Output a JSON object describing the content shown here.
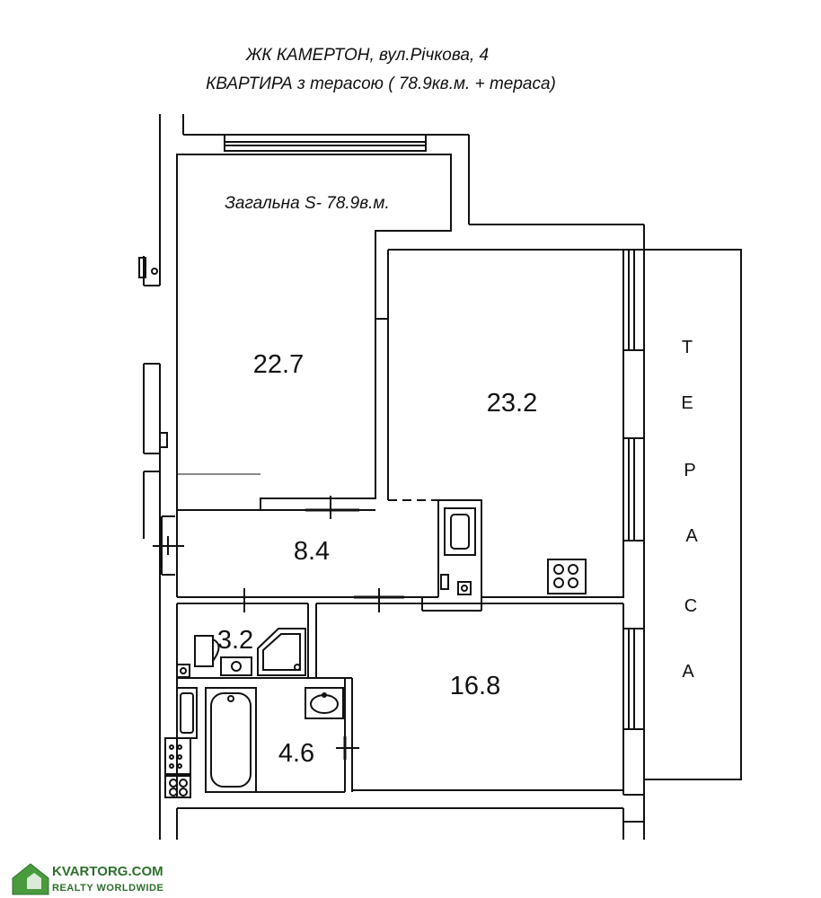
{
  "header": {
    "line1": "ЖК КАМЕРТОН, вул.Річкова, 4",
    "line2": "КВАРТИРА з терасою ( 78.9кв.м. + тераса)"
  },
  "total_area_label": "Загальна S- 78.9в.м.",
  "rooms": [
    {
      "id": "room-a",
      "area": "22.7"
    },
    {
      "id": "room-b",
      "area": "23.2"
    },
    {
      "id": "hall",
      "area": "8.4"
    },
    {
      "id": "wc",
      "area": "3.2"
    },
    {
      "id": "bath",
      "area": "4.6"
    },
    {
      "id": "bedroom",
      "area": "16.8"
    }
  ],
  "terrace": {
    "letters": [
      "Т",
      "Е",
      "Р",
      "А",
      "С",
      "А"
    ]
  },
  "watermark": {
    "brand": "KVARTORG.COM",
    "tagline": "REALTY WORLDWIDE"
  },
  "colors": {
    "wall": "#111111",
    "background": "#ffffff",
    "watermark": "#2e6f2c"
  }
}
